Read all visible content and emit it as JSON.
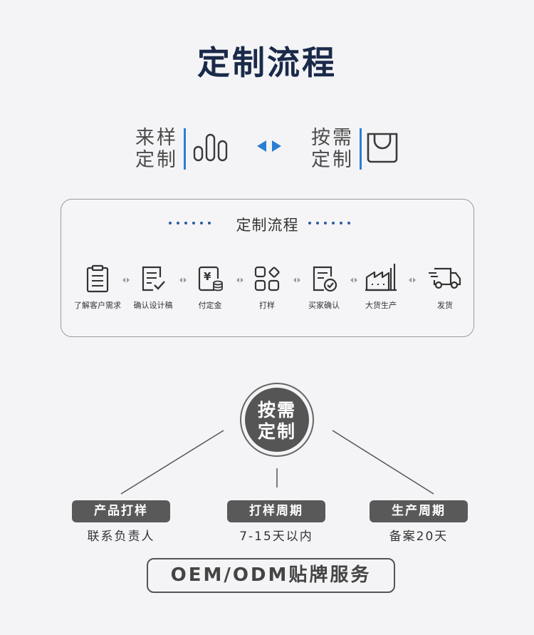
{
  "header": {
    "title": "定制流程"
  },
  "options": {
    "sample": {
      "line1": "来样",
      "line2": "定制",
      "icon": "bar-chart-icon"
    },
    "demand": {
      "line1": "按需",
      "line2": "定制",
      "icon": "shopping-bag-icon"
    }
  },
  "process": {
    "title": "定制流程",
    "steps": [
      {
        "label": "了解客户需求",
        "icon": "clipboard-icon"
      },
      {
        "label": "确认设计稿",
        "icon": "document-check-icon"
      },
      {
        "label": "付定金",
        "icon": "yen-coins-icon"
      },
      {
        "label": "打样",
        "icon": "grid-apps-icon"
      },
      {
        "label": "买家确认",
        "icon": "document-badge-icon"
      },
      {
        "label": "大货生产",
        "icon": "factory-icon"
      },
      {
        "label": "发货",
        "icon": "truck-icon"
      }
    ]
  },
  "tree": {
    "center": {
      "line1": "按需",
      "line2": "定制"
    },
    "branches": [
      {
        "title": "产品打样",
        "sub": "联系负责人"
      },
      {
        "title": "打样周期",
        "sub": "7-15天以内"
      },
      {
        "title": "生产周期",
        "sub": "备案20天"
      }
    ]
  },
  "footer": {
    "service": "OEM/ODM贴牌服务"
  },
  "colors": {
    "accent": "#2a7fd4",
    "title": "#1b2a4a",
    "pill": "#595959"
  }
}
